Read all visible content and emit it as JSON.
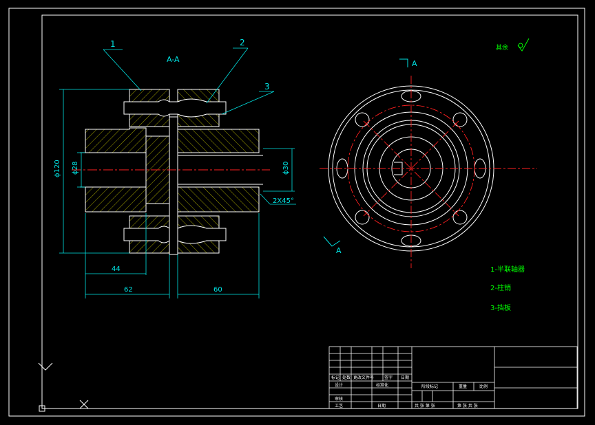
{
  "colors": {
    "background": "#000000",
    "outline": "#ffffff",
    "dimension": "#00e5e5",
    "centerline": "#ff2020",
    "hatch": "#e6e600",
    "note_text": "#00ff00",
    "leader": "#00e5e5"
  },
  "section_label": "A-A",
  "view_label_top": "A",
  "view_label_bottom": "A",
  "part_numbers": [
    "1",
    "2",
    "3"
  ],
  "dimensions": {
    "overall_diameter": "ϕ120",
    "bore_left": "ϕ28",
    "bore_right": "ϕ30",
    "chamfer": "2X45°",
    "shaft_length_44": "44",
    "hub_left_length": "62",
    "hub_right_length": "60"
  },
  "roughness_note": "其余",
  "parts_legend": [
    "1-半联轴器",
    "2-柱销",
    "3-挡板"
  ],
  "title_block": {
    "row_a": [
      "标记",
      "处数",
      "更改文件号",
      "签字",
      "日期"
    ],
    "designer": "设计",
    "standardize": "标准化",
    "check": "审核",
    "process": "工艺",
    "approve": "日期",
    "stage_mark": "阶段标记",
    "weight": "重量",
    "scale": "比例",
    "sheet_info": "共 张 第 张",
    "page_info": "第 张 共 张"
  },
  "ucs_labels": {
    "y": "Y",
    "x": "X"
  }
}
